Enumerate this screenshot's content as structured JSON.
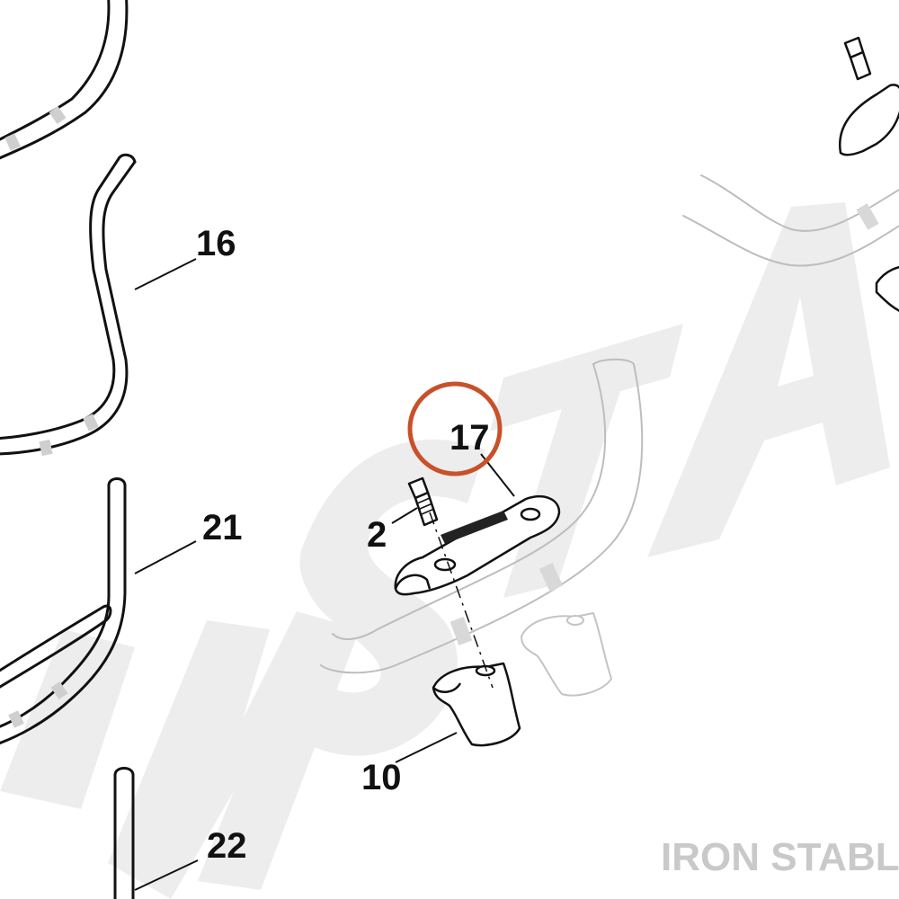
{
  "diagram": {
    "callouts": [
      {
        "id": "c16",
        "label": "16"
      },
      {
        "id": "c21",
        "label": "21"
      },
      {
        "id": "c22",
        "label": "22"
      },
      {
        "id": "c17",
        "label": "17"
      },
      {
        "id": "c2",
        "label": "2"
      },
      {
        "id": "c10",
        "label": "10"
      }
    ],
    "highlighted_callout": "17",
    "highlight_color": "#c8512a",
    "watermark": "IRON STABLE",
    "watermark_color": "#c9c9c9"
  }
}
